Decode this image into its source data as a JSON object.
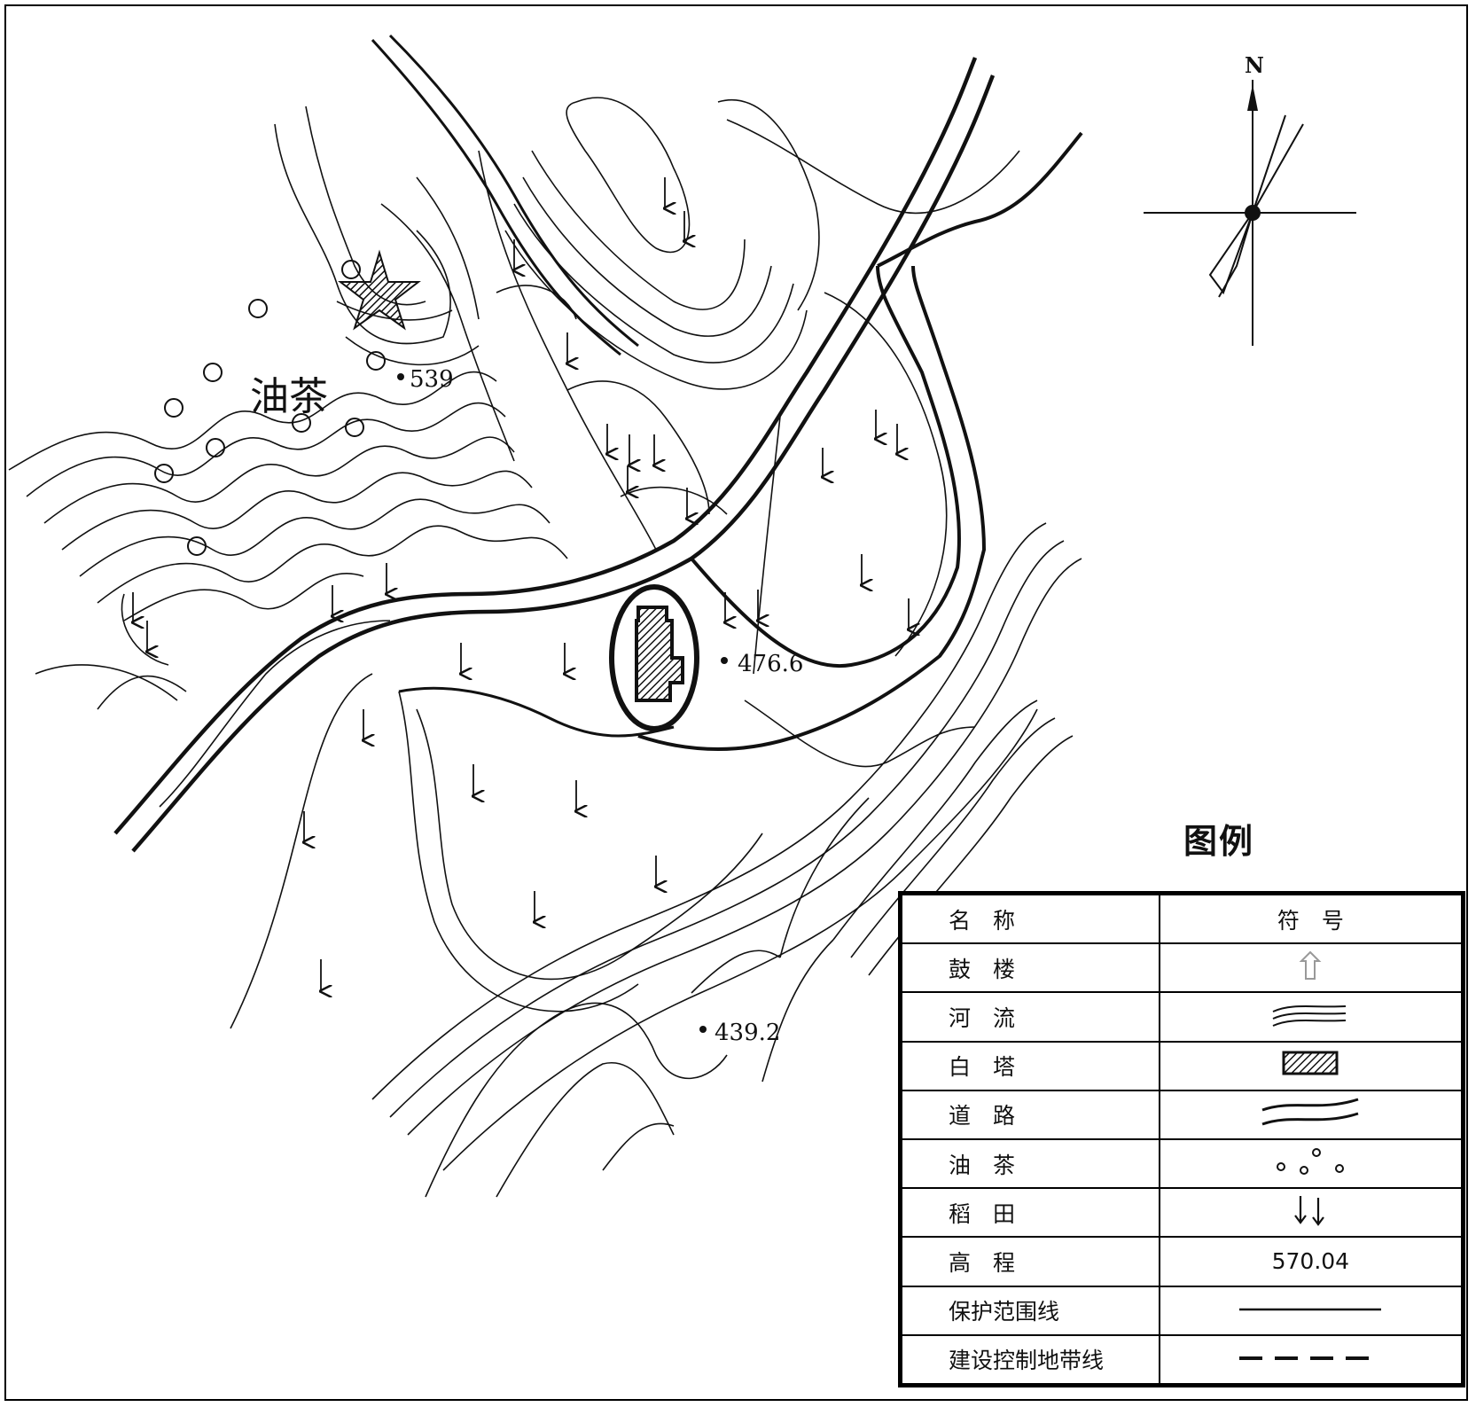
{
  "map_labels": {
    "area_name": "油茶",
    "elev_539": "539",
    "elev_476": "476.6",
    "elev_439": "439.2",
    "north": "N"
  },
  "legend": {
    "title": "图例",
    "header": {
      "name": "名　称",
      "symbol": "符　号"
    },
    "rows": [
      {
        "name": "鼓　楼",
        "symbol_icon": "drum-tower-icon"
      },
      {
        "name": "河　流",
        "symbol_icon": "river-icon"
      },
      {
        "name": "白　塔",
        "symbol_icon": "white-pagoda-icon"
      },
      {
        "name": "道　路",
        "symbol_icon": "road-icon"
      },
      {
        "name": "油　茶",
        "symbol_icon": "oil-tea-icon"
      },
      {
        "name": "稻　田",
        "symbol_icon": "paddy-field-icon"
      },
      {
        "name": "高　程",
        "symbol_text": "570.04"
      },
      {
        "name": "保护范围线",
        "symbol_icon": "protection-line-icon"
      },
      {
        "name": "建设控制地带线",
        "symbol_icon": "construction-control-line-icon"
      }
    ]
  },
  "colors": {
    "ink": "#111111",
    "paper": "#ffffff"
  }
}
